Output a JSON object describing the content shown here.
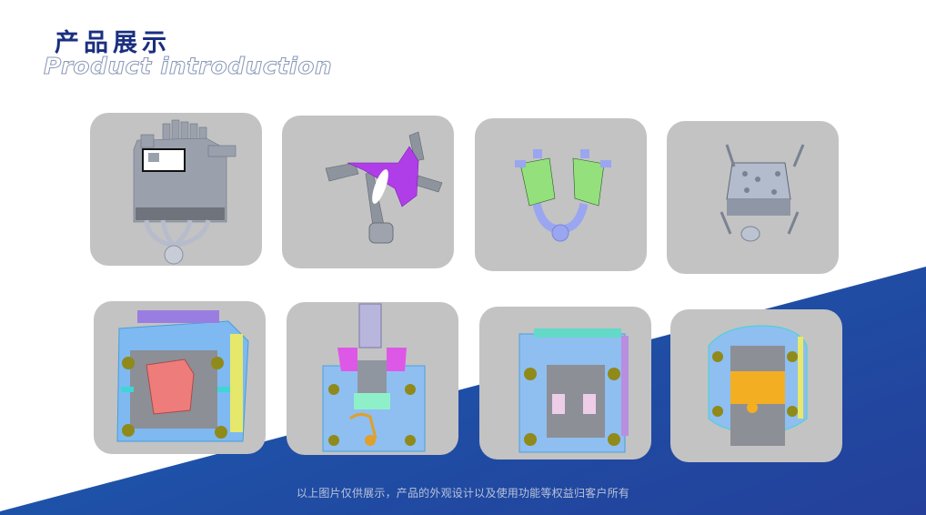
{
  "header": {
    "title_zh": "产品展示",
    "title_en": "Product introduction"
  },
  "theme": {
    "title_color": "#1a2f80",
    "card_bg": "#c3c3c3",
    "band_colors": [
      "#0f7ad0",
      "#1466b8",
      "#1f4fa6",
      "#24409a"
    ]
  },
  "gallery": {
    "items": [
      {
        "label": "product-image-1",
        "depiction": "grey die-cast housing part with runner"
      },
      {
        "label": "product-image-2",
        "depiction": "bracket part with purple highlighted section"
      },
      {
        "label": "product-image-3",
        "depiction": "twin green parts with blue runner system"
      },
      {
        "label": "product-image-4",
        "depiction": "grey rectangular block part with runner"
      },
      {
        "label": "product-image-5",
        "depiction": "mold assembly with red cavity"
      },
      {
        "label": "product-image-6",
        "depiction": "mold assembly with hydraulic cylinder"
      },
      {
        "label": "product-image-7",
        "depiction": "mold assembly with twin cavities"
      },
      {
        "label": "product-image-8",
        "depiction": "mold assembly with orange cavity"
      }
    ]
  },
  "footer": {
    "note": "以上图片仅供展示，产品的外观设计以及使用功能等权益归客户所有"
  }
}
